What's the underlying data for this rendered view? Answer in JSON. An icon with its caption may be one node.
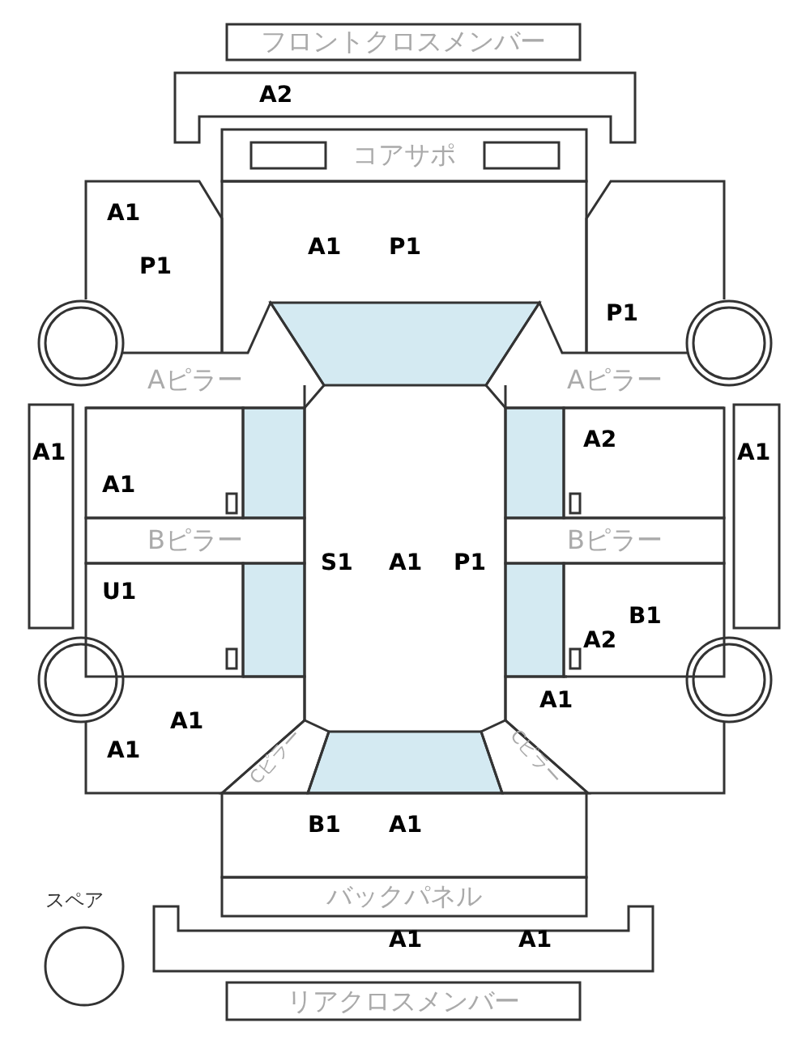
{
  "diagram": {
    "nodes": [
      {
        "text": [
          "フロントクロスメンバー"
        ]
      },
      {
        "text": [
          "A2"
        ]
      },
      {
        "text": [
          "コアサポ"
        ]
      },
      {
        "text": [
          "A1",
          "P1"
        ]
      },
      {
        "text": [
          "A1",
          "P1"
        ]
      },
      {
        "text": [
          "P1"
        ]
      },
      {
        "text": [
          "Aピラー"
        ]
      },
      {
        "text": [
          "Aピラー"
        ]
      },
      {
        "text": [
          "A1"
        ]
      },
      {
        "text": [
          "A1"
        ]
      },
      {
        "text": [
          "Bピラー"
        ]
      },
      {
        "text": [
          "U1"
        ]
      },
      {
        "text": [
          "S1",
          "A1",
          "P1"
        ]
      },
      {
        "text": [
          "A1"
        ]
      },
      {
        "text": [
          "A2"
        ]
      },
      {
        "text": [
          "Bピラー"
        ]
      },
      {
        "text": [
          "B1",
          "A2"
        ]
      },
      {
        "text": [
          "A1",
          "A1"
        ]
      },
      {
        "text": [
          "A1"
        ]
      },
      {
        "text": [
          "Cピラー"
        ]
      },
      {
        "text": [
          "Cピラー"
        ]
      },
      {
        "text": [
          "B1",
          "A1"
        ]
      },
      {
        "text": [
          "バックパネル"
        ]
      },
      {
        "text": [
          "A1",
          "A1"
        ]
      },
      {
        "text": [
          "リアクロスメンバー"
        ]
      },
      {
        "text": [],
        "shape": "circle",
        "beside": [
          "スペア"
        ]
      }
    ]
  }
}
